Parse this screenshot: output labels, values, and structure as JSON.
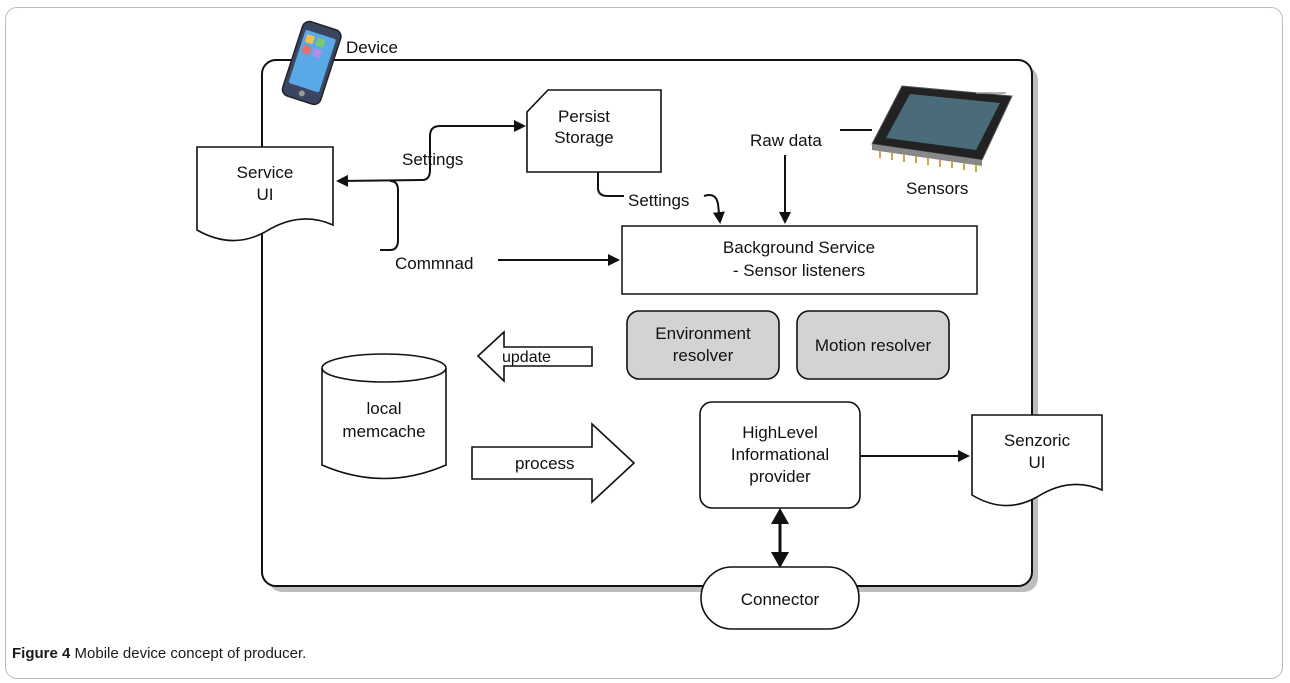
{
  "device_label": "Device",
  "service_ui": {
    "line1": "Service",
    "line2": "UI"
  },
  "persist_storage": {
    "line1": "Persist",
    "line2": "Storage"
  },
  "settings_top": "Settings",
  "settings_bottom": "Settings",
  "raw_data": "Raw data",
  "sensors_label": "Sensors",
  "command_label": "Commnad",
  "background_service": {
    "line1": "Background Service",
    "line2": "- Sensor listeners"
  },
  "environment_resolver": {
    "line1": "Environment",
    "line2": "resolver"
  },
  "motion_resolver": "Motion resolver",
  "update_label": "update",
  "local_memcache": {
    "line1": "local",
    "line2": "memcache"
  },
  "process_label": "process",
  "highlevel_provider": {
    "line1": "HighLevel",
    "line2": "Informational",
    "line3": "provider"
  },
  "senzoric_ui": {
    "line1": "Senzoric",
    "line2": "UI"
  },
  "connector_label": "Connector",
  "caption": {
    "label": "Figure 4",
    "text": " Mobile device concept of producer."
  },
  "colors": {
    "resolver_fill": "#d3d3d3",
    "stroke": "#111111",
    "shadow": "#bdbdbd"
  }
}
